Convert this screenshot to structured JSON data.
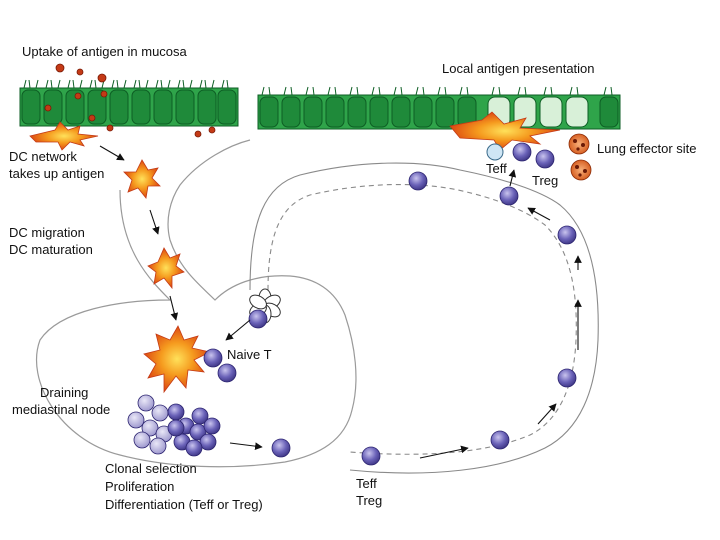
{
  "labels": {
    "uptake": "Uptake of antigen in mucosa",
    "local_presentation": "Local antigen presentation",
    "lung_effector": "Lung effector site",
    "dc_network_1": "DC network",
    "dc_network_2": "takes up antigen",
    "dc_migration": "DC migration",
    "dc_maturation": "DC maturation",
    "naive_t": "Naive T",
    "draining_1": "Draining",
    "draining_2": "mediastinal node",
    "clonal_selection": "Clonal selection",
    "proliferation": "Proliferation",
    "differentiation": "Differentiation (Teff or Treg)",
    "teff_top": "Teff",
    "treg_top": "Treg",
    "teff_bottom": "Teff",
    "treg_bottom": "Treg"
  },
  "colors": {
    "epithelium_fill": "#2fa44a",
    "epithelium_dark": "#0d5e24",
    "activated_cell": "#d8f0d8",
    "t_cell": "#6a62b8",
    "t_cell_light": "#a9a4d6",
    "treg_cell": "#cfe6f5",
    "dc_orange": "#f07a18",
    "dc_red": "#d83a10",
    "dc_yellow": "#ffe15a",
    "effector_cell": "#e06a2a",
    "antigen": "#c43a16",
    "outline": "#555555"
  },
  "icons": [
    "dendritic-cell",
    "t-cell",
    "treg-cell",
    "antigen-particle",
    "epithelial-cell",
    "effector-cell",
    "flow-arrow"
  ]
}
